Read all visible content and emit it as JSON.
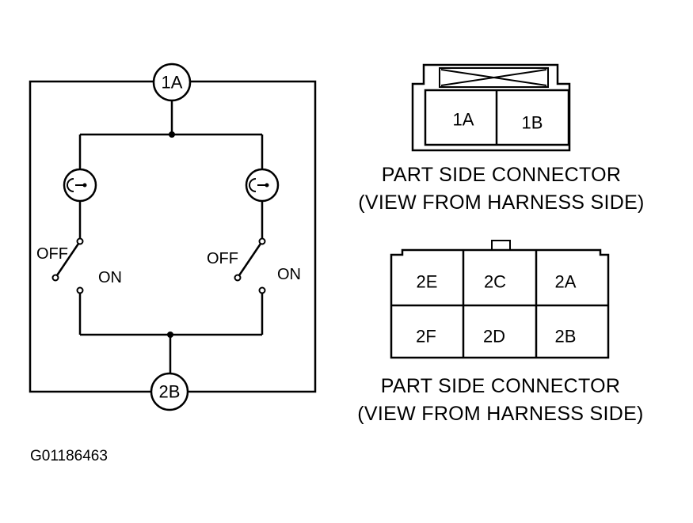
{
  "schematic": {
    "terminal_top": "1A",
    "terminal_bottom": "2B",
    "left_switch": {
      "off_label": "OFF",
      "on_label": "ON"
    },
    "right_switch": {
      "off_label": "OFF",
      "on_label": "ON"
    }
  },
  "connector_1": {
    "pins": [
      "1A",
      "1B"
    ],
    "caption_line1": "PART SIDE CONNECTOR",
    "caption_line2": "(VIEW FROM HARNESS SIDE)"
  },
  "connector_2": {
    "pins_top": [
      "2E",
      "2C",
      "2A"
    ],
    "pins_bottom": [
      "2F",
      "2D",
      "2B"
    ],
    "caption_line1": "PART SIDE CONNECTOR",
    "caption_line2": "(VIEW FROM HARNESS SIDE)"
  },
  "figure_id": "G01186463"
}
